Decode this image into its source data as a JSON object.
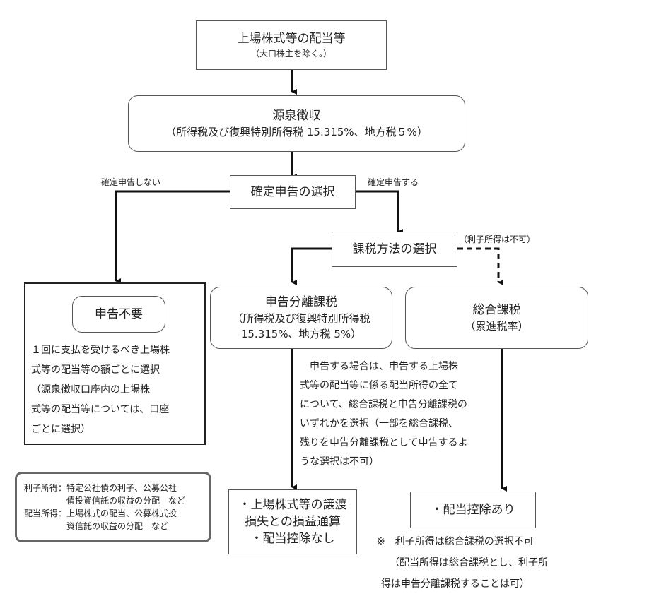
{
  "top": {
    "title": "上場株式等の配当等",
    "sub": "（大口株主を除く。）"
  },
  "withholding": {
    "title": "源泉徴収",
    "sub": "（所得税及び復興特別所得税 15.315%、地方税５%）"
  },
  "filing_choice": {
    "title": "確定申告の選択",
    "no_label": "確定申告しない",
    "yes_label": "確定申告する"
  },
  "tax_method": {
    "title": "課税方法の選択",
    "note": "（利子所得は不可）"
  },
  "no_filing": {
    "title": "申告不要",
    "lines": [
      "１回に支払を受けるべき上場株",
      "式等の配当等の額ごとに選択",
      "（源泉徴収口座内の上場株",
      "式等の配当等については、口座",
      "ごとに選択）"
    ]
  },
  "separate": {
    "title": "申告分離課税",
    "lines": [
      "（所得税及び復興特別所得税",
      "15.315%、地方税 5%）"
    ]
  },
  "comprehensive": {
    "title": "総合課税",
    "sub": "（累進税率）"
  },
  "explanation": [
    "申告する場合は、申告する上場株",
    "式等の配当等に係る配当所得の全て",
    "について、総合課税と申告分離課税の",
    "いずれかを選択（一部を総合課税、",
    "残りを申告分離課税として申告するよ",
    "うな選択は不可）"
  ],
  "separate_result": {
    "lines": [
      "・上場株式等の譲渡",
      "損失との損益通算",
      "・配当控除なし"
    ]
  },
  "comprehensive_result": {
    "title": "・配当控除あり"
  },
  "footnote": [
    "※　利子所得は総合課税の選択不可",
    "（配当所得は総合課税とし、利子所",
    "得は申告分離課税することは可）"
  ],
  "legend": {
    "rows": [
      {
        "key": "利子所得：",
        "lines": [
          "特定公社債の利子、公募公社",
          "債投資信託の収益の分配　など"
        ]
      },
      {
        "key": "配当所得：",
        "lines": [
          "上場株式の配当、公募株式投",
          "資信託の収益の分配　など"
        ]
      }
    ]
  }
}
